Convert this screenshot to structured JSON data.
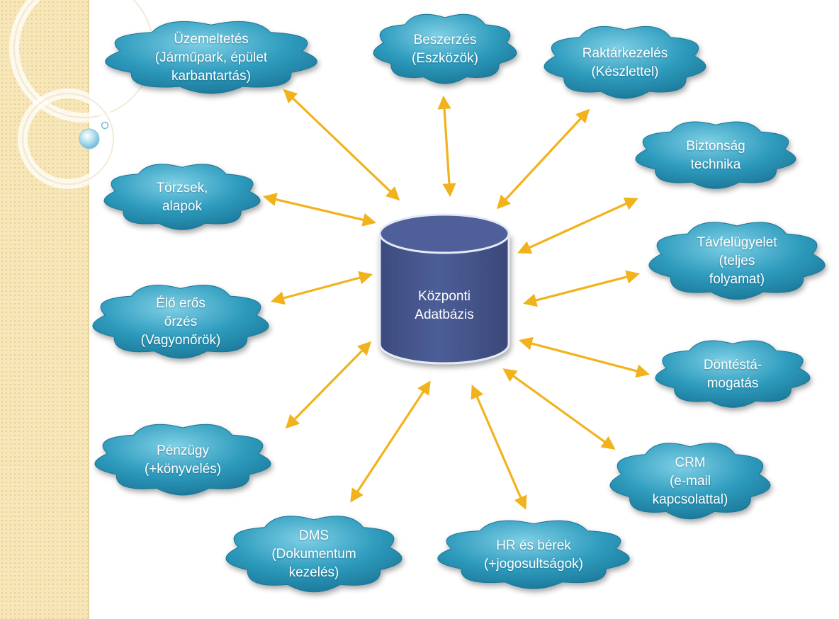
{
  "center": {
    "line1": "Központi",
    "line2": "Adatbázis"
  },
  "modules": [
    {
      "id": "uzemeltetes",
      "lines": [
        "Üzemeltetés",
        "(Járműpark, épület",
        "karbantartás)"
      ]
    },
    {
      "id": "beszerzes",
      "lines": [
        "Beszerzés",
        "(Eszközök)"
      ]
    },
    {
      "id": "raktarkezeles",
      "lines": [
        "Raktárkezelés",
        "(Készlettel)"
      ]
    },
    {
      "id": "biztonsag",
      "lines": [
        "Biztonság",
        "technika"
      ]
    },
    {
      "id": "torzsek",
      "lines": [
        "Törzsek,",
        "alapok"
      ]
    },
    {
      "id": "tavfelugyelet",
      "lines": [
        "Távfelügyelet",
        "(teljes",
        "folyamat)"
      ]
    },
    {
      "id": "elo-eros-orzes",
      "lines": [
        "Élő erős",
        "őrzés",
        "(Vagyonőrök)"
      ]
    },
    {
      "id": "dontestamogatas",
      "lines": [
        "Döntéstá-",
        "mogatás"
      ]
    },
    {
      "id": "penzugy",
      "lines": [
        "Pénzügy",
        "(+könyvelés)"
      ]
    },
    {
      "id": "crm",
      "lines": [
        "CRM",
        "(e-mail",
        "kapcsolattal)"
      ]
    },
    {
      "id": "dms",
      "lines": [
        "DMS",
        "(Dokumentum",
        "kezelés)"
      ]
    },
    {
      "id": "hr",
      "lines": [
        "HR és bérek",
        "(+jogosultságok)"
      ]
    }
  ],
  "colors": {
    "cloud_fill": "#2e9bbd",
    "cloud_light": "#7fd0e6",
    "cloud_dark": "#1a7596",
    "arrow": "#f2b21c",
    "arrow_dark": "#d18f0a",
    "database_fill": "#46568c",
    "database_edge": "#e6eaf4"
  }
}
